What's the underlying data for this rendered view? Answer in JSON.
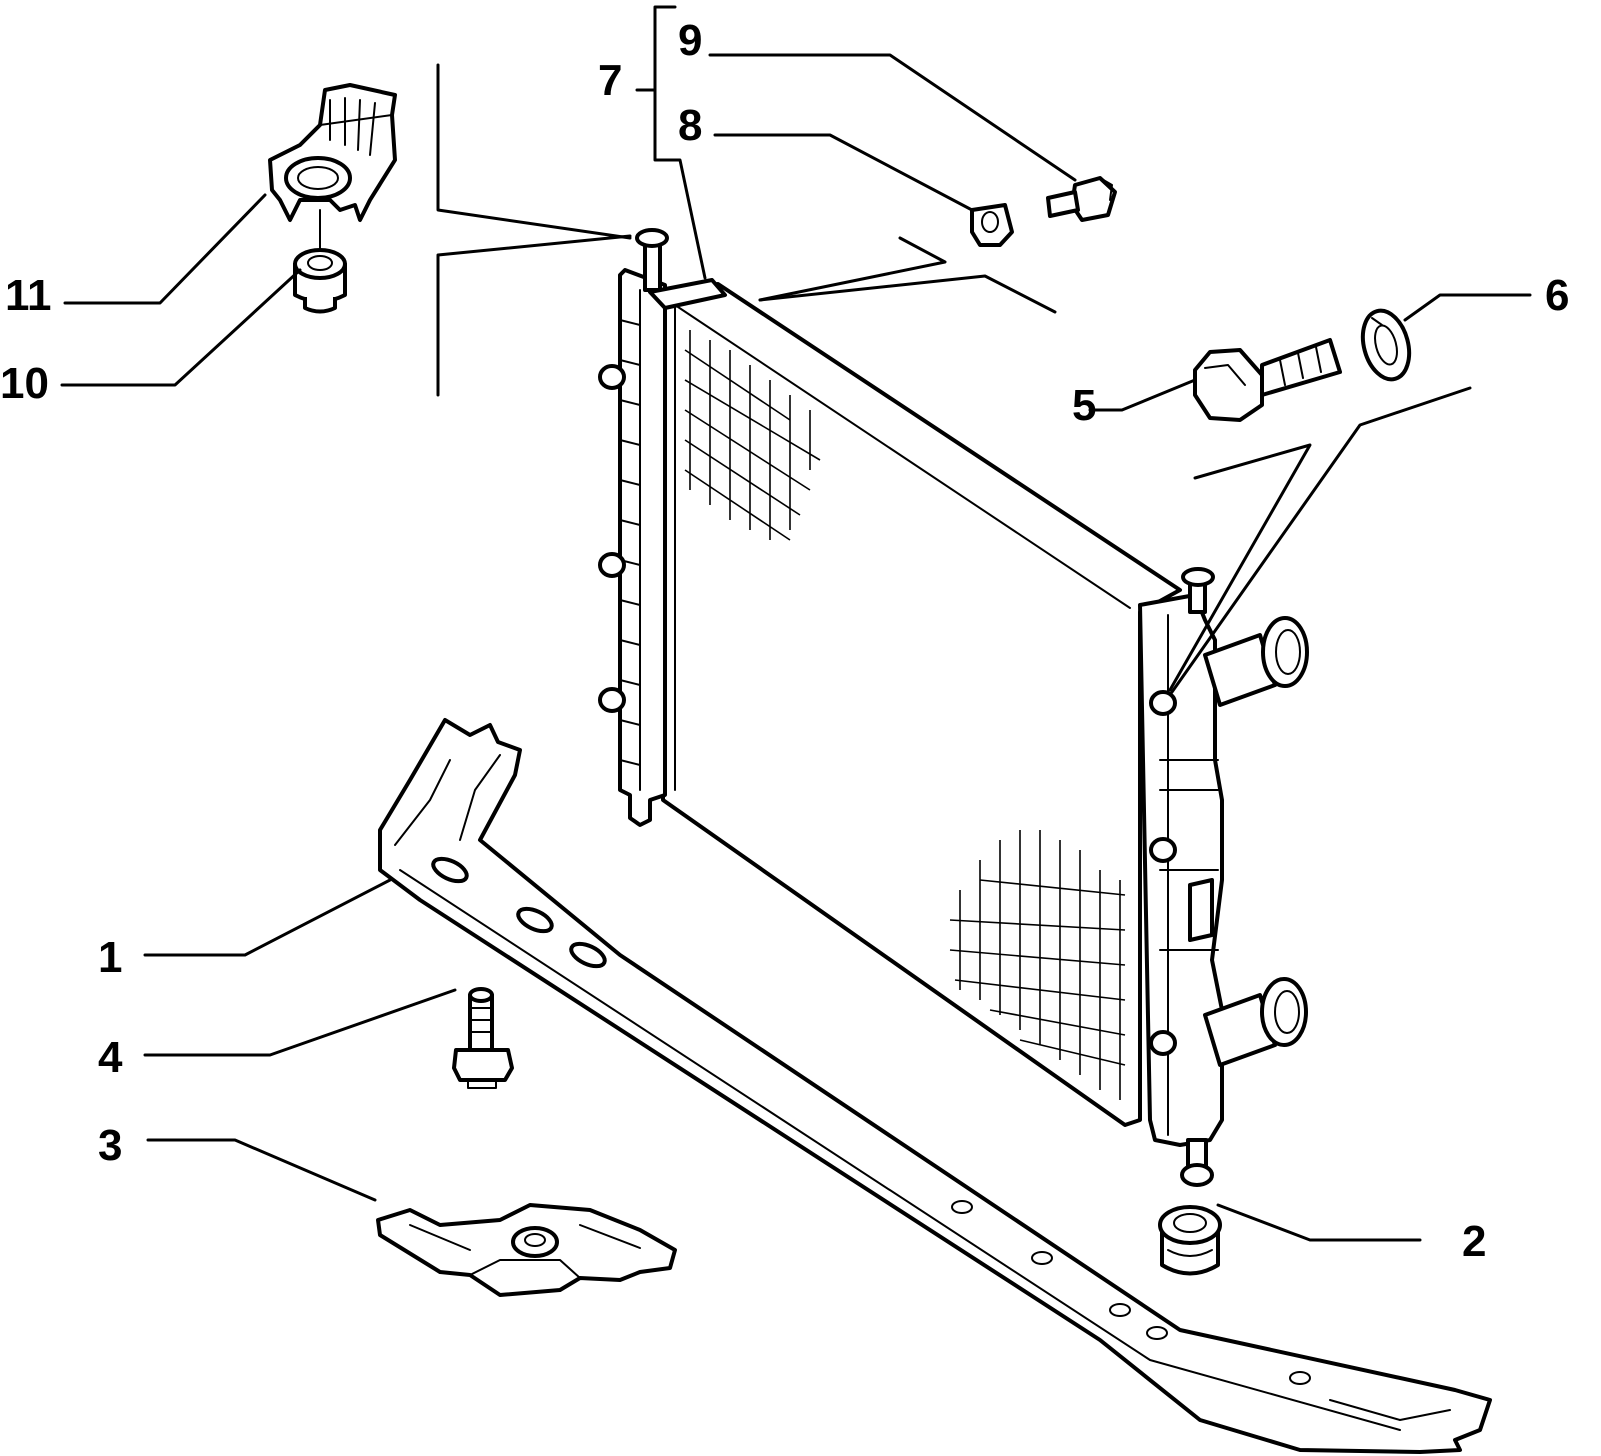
{
  "diagram": {
    "callouts": [
      {
        "id": "1",
        "label": "1"
      },
      {
        "id": "2",
        "label": "2"
      },
      {
        "id": "3",
        "label": "3"
      },
      {
        "id": "4",
        "label": "4"
      },
      {
        "id": "5",
        "label": "5"
      },
      {
        "id": "6",
        "label": "6"
      },
      {
        "id": "7",
        "label": "7"
      },
      {
        "id": "8",
        "label": "8"
      },
      {
        "id": "9",
        "label": "9"
      },
      {
        "id": "10",
        "label": "10"
      },
      {
        "id": "11",
        "label": "11"
      }
    ]
  }
}
